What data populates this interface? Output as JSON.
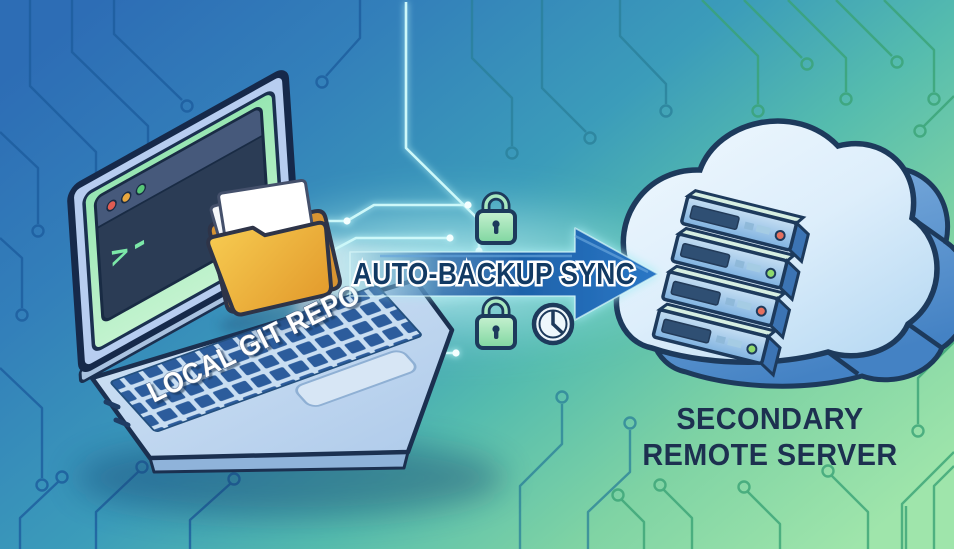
{
  "illustration": {
    "alt": "Local git repository auto-backup sync to a secondary remote server",
    "background": {
      "left_color": "#2d6db5",
      "mid_color": "#3b9cba",
      "right_color": "#9fe5ab"
    }
  },
  "laptop": {
    "label": "LOCAL GIT REPO",
    "terminal": {
      "prompt": ">-",
      "traffic_lights": [
        "#e05c52",
        "#eaa73e",
        "#58c878"
      ]
    },
    "folder_color": "#efb23c"
  },
  "sync": {
    "arrow_label": "AUTO-BACKUP SYNC",
    "arrow_color": "#1e62aa",
    "lock_color": "#9fe2ae",
    "icons": [
      "lock-icon",
      "lock-icon",
      "clock-icon"
    ]
  },
  "remote": {
    "label_line1": "SECONDARY",
    "label_line2": "REMOTE SERVER",
    "cloud_color": "#dceefb",
    "servers": [
      {
        "led": "#e4705f"
      },
      {
        "led": "#8fd96e"
      },
      {
        "led": "#e4705f"
      },
      {
        "led": "#8fd96e"
      }
    ]
  },
  "icons": {
    "terminal": "terminal-window-glyph",
    "folder": "folder-glyph",
    "lock": "padlock-glyph",
    "clock": "clock-glyph",
    "cloud": "cloud-glyph",
    "arrow": "right-arrow-glyph"
  }
}
